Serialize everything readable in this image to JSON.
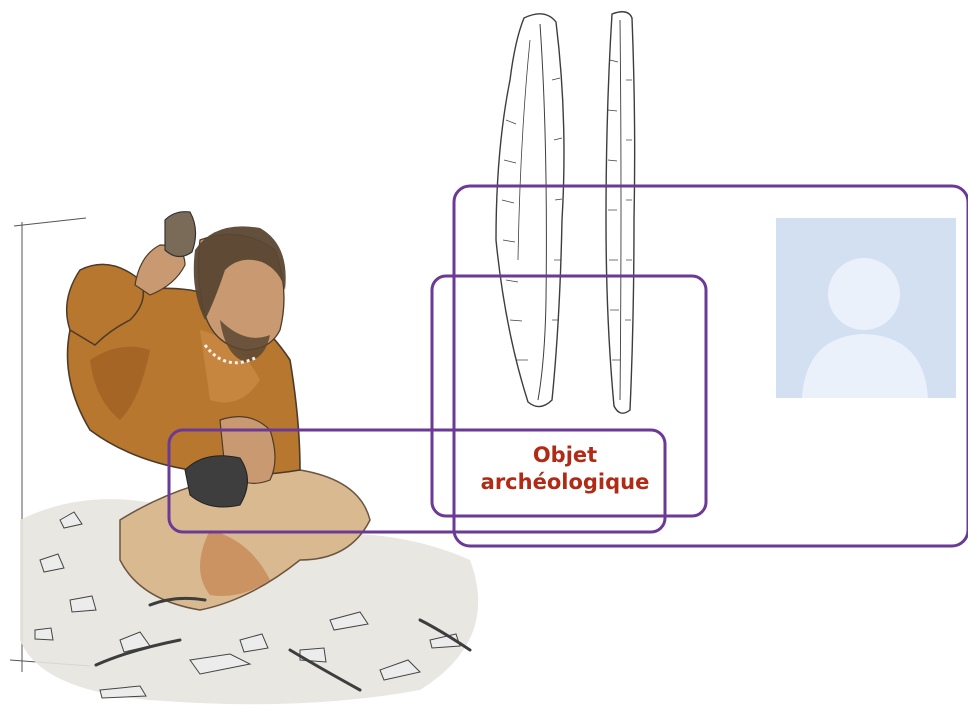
{
  "center_label": {
    "line1": "Objet",
    "line2": "archéologique",
    "color": "#b02a16"
  },
  "colors": {
    "frame_purple": "#6a3a96",
    "avatar_bg": "#d3e0f2",
    "avatar_fg": "#eaf1fa",
    "skin": "#c99a72",
    "tunic": "#b8772e",
    "hair": "#5a4632",
    "stone": "#8a8a8a",
    "sketch": "#3d3d3d"
  },
  "icons": {
    "avatar": "user-avatar-placeholder-icon",
    "blade": "flint-blade-icon",
    "figure": "flint-knapper-illustration"
  }
}
